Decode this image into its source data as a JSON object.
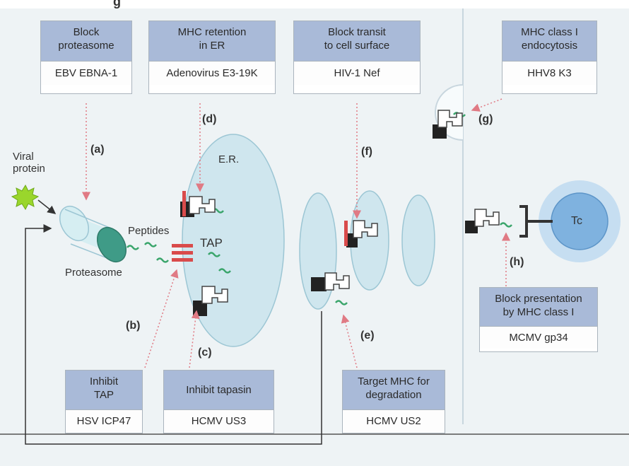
{
  "title_fragment": "g",
  "boxes": {
    "a": {
      "head": "Block\nproteasome",
      "body": "EBV EBNA-1"
    },
    "d": {
      "head": "MHC retention\nin ER",
      "body": "Adenovirus E3-19K"
    },
    "f": {
      "head": "Block transit\nto cell surface",
      "body": "HIV-1 Nef"
    },
    "g": {
      "head": "MHC class I\nendocytosis",
      "body": "HHV8 K3"
    },
    "h": {
      "head": "Block presentation\nby MHC class I",
      "body": "MCMV gp34"
    },
    "b": {
      "head": "Inhibit\nTAP",
      "body": "HSV ICP47"
    },
    "c": {
      "head": "Inhibit tapasin",
      "body": "HCMV US3"
    },
    "e": {
      "head": "Target MHC for\ndegradation",
      "body": "HCMV US2"
    }
  },
  "letters": {
    "a": "(a)",
    "b": "(b)",
    "c": "(c)",
    "d": "(d)",
    "e": "(e)",
    "f": "(f)",
    "g": "(g)",
    "h": "(h)"
  },
  "labels": {
    "viral_protein": "Viral\nprotein",
    "peptides": "Peptides",
    "tap": "TAP",
    "proteasome": "Proteasome",
    "er": "E.R.",
    "tc": "Tc"
  },
  "colors": {
    "background": "#eef3f5",
    "box_header": "#a9bad8",
    "membrane_fill": "#cfe6ee",
    "membrane_stroke": "#9cc6d4",
    "proteasome_fill": "#3f9b87",
    "tap_red": "#d94b4b",
    "arrow_red": "#e07a84",
    "peptide_green": "#3aa56b",
    "viral_protein": "#9ad62c",
    "tc_fill": "#7fb2df",
    "tc_ring": "#c6def1"
  }
}
